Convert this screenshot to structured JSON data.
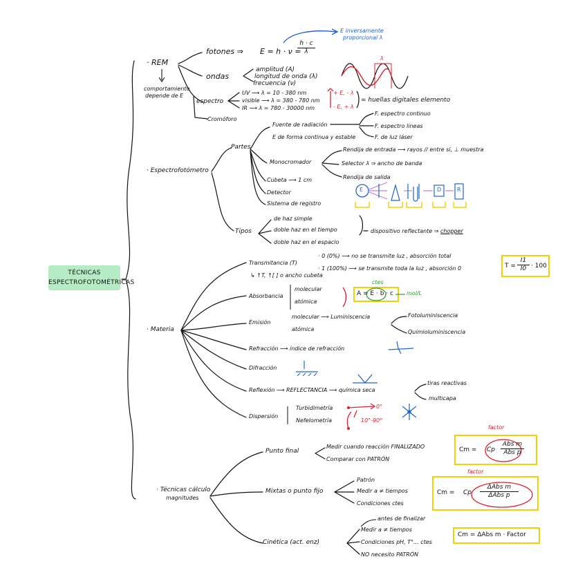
{
  "root": {
    "line1": "TÉCNICAS",
    "line2": "ESPECTROFOTOMÉTRICAS"
  },
  "rem": {
    "label": "· REM",
    "note_line1": "comportamiento",
    "note_line2": "depende de E",
    "fotones": "fotones ⇒",
    "formula_left": "E = h · ν =",
    "formula_num": "h · c",
    "formula_den": "λ",
    "annot_line1": "E inversamente",
    "annot_line2": "proporcional λ",
    "ondas": "ondas",
    "ondas_items": [
      "amplitud (A)",
      "longitud de onda (λ)",
      "frecuencia (ν)"
    ],
    "wave_label": "λ",
    "espectro": "espectro",
    "spectrum_rows": [
      "UV  ⟶  λ = 10 - 380 nm",
      "visible ⟶ λ = 380 - 780 nm",
      "IR  ⟶  λ = 780 - 30000 nm"
    ],
    "spectrum_red_top": "+ E, - λ",
    "spectrum_red_bottom": "- E, + λ",
    "spectrum_result": "= huellas digitales elemento",
    "cromoforo": "Cromóforo"
  },
  "espectrofotometro": {
    "label": "· Espectrofotómetro",
    "partes": "Partes",
    "fuente": "Fuente de radiación",
    "fuente_note": "E de forma continua y estable",
    "fuente_types": [
      "F. espectro continuo",
      "F. espectro lineas",
      "F. de luz láser"
    ],
    "mono": "Monocromador",
    "mono_items": [
      "Rendija de entrada ⟶ rayos // entre sí, ⊥ muestra",
      "Selector λ ⇒ ancho de banda",
      "Rendija de salida"
    ],
    "cubeta": "Cubeta ⟶ 1 cm",
    "detector": "Detector",
    "registro": "Sistema de registro",
    "schematic_labels": [
      "E",
      "D",
      "R"
    ],
    "tipos": "Tipos",
    "tipos_items": [
      "de haz simple",
      "doble haz en el tiempo",
      "doble haz en el espacio"
    ],
    "tipos_result": "dispositivo reflectante ⇒ ",
    "chopper": "chopper"
  },
  "materia": {
    "label": "· Materia",
    "transmitancia": "Transmitancia (T)",
    "trans_items": [
      "· 0 (0%) ⟶ no se transmite luz , absorción total",
      "· 1 (100%) ⟶ se transmite toda la luz , absorción 0"
    ],
    "trans_note": "↳ ↑T, ↑[ ] o ancho cubeta",
    "trans_formula_left": "T =",
    "trans_num": "I1",
    "trans_den": "I0",
    "trans_formula_right": "· 100",
    "absorbancia": "Absorbancia",
    "abs_items": [
      "molecular",
      "atómica"
    ],
    "abs_formula": "A = ",
    "abs_epsilon": "E · b",
    "abs_c": " · c",
    "abs_ctes": "ctes",
    "abs_molL": "mol/L",
    "emision": "Emisión",
    "emi_items": [
      "molecular ⟶ Luminiscencia",
      "atómica"
    ],
    "emi_types": [
      "Fotoluminiscencia",
      "Quimioluminiscencia"
    ],
    "refraccion": "Refracción ⟶ índice de refracción",
    "difraccion": "Difracción",
    "reflexion": "Reflexión ⟶ REFLECTANCIA ⟶ química seca",
    "refl_types": [
      "tiras reactivas",
      "multicapa"
    ],
    "dispersion": "Dispersión",
    "disp_items": [
      "Turbidimetría",
      "Nefelometría"
    ],
    "disp_angles": [
      "0°",
      "10°-90°"
    ]
  },
  "calculo": {
    "label_line1": "· Técnicas cálculo",
    "label_line2": "magnitudes",
    "punto_final": "Punto final",
    "pf_items": [
      "Medir cuando reacción FINALIZADO",
      "Comparar con PATRÓN"
    ],
    "pf_formula_left": "Cm =",
    "pf_cp": "Cp",
    "pf_num": "Abs m",
    "pf_den": "Abs p",
    "factor": "factor",
    "mixtas": "Mixtas o punto fijo",
    "mixtas_items": [
      "Patrón",
      "Medir a ≠ tiempos",
      "Condiciones ctes"
    ],
    "mx_formula_left": "Cm =",
    "mx_cp": "Cp",
    "mx_num": "ΔAbs m",
    "mx_den": "ΔAbs p",
    "cinetica": "Cinética (act. enz)",
    "cin_items": [
      "Medir a ≠ tiempos",
      "Condiciones pH, T°... ctes",
      "NO necesito PATRÓN"
    ],
    "cin_note": "antes de finalizar",
    "cin_formula": "Cm = ΔAbs m · Factor"
  },
  "colors": {
    "green_highlight": "#b6ecc5",
    "yellow_box": "#f5d000",
    "blue": "#1e63d6",
    "red": "#e02030",
    "green": "#2a9d2a",
    "purple": "#c77ce0"
  }
}
